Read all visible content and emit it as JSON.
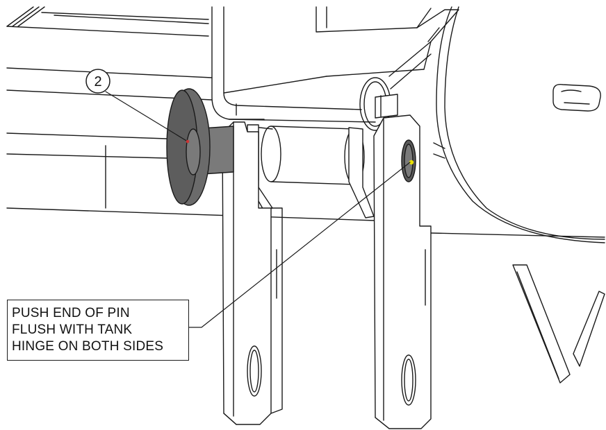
{
  "balloon": {
    "number": "2"
  },
  "callout": {
    "lines": [
      "PUSH END OF PIN",
      "FLUSH WITH TANK",
      "HINGE ON BOTH SIDES"
    ]
  },
  "colors": {
    "line": "#1a1a1a",
    "washer_fill": "#6b6b6b",
    "pin_fill": "#7a7a7a",
    "pin_end_fill": "#5a5a5a",
    "pin_highlight": "#e8e000",
    "background": "#ffffff"
  }
}
